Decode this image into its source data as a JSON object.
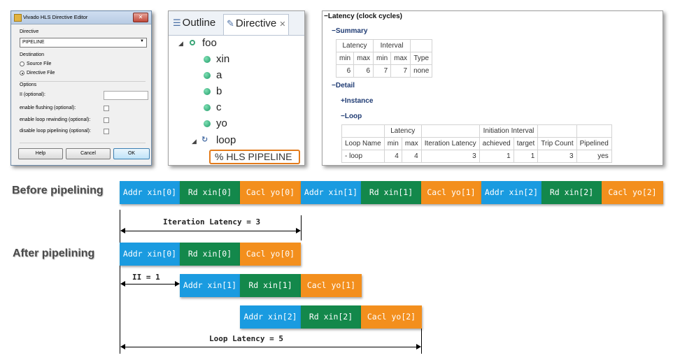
{
  "dialog": {
    "title": "Vivado HLS Directive Editor",
    "close_glyph": "✕",
    "directive_label": "Directive",
    "directive_value": "PIPELINE",
    "destination_label": "Destination",
    "source_file": "Source File",
    "directive_file": "Directive File",
    "options_label": "Options",
    "ii_label": "II (optional):",
    "enable_flushing": "enable flushing (optional):",
    "enable_rewinding": "enable loop rewinding (optional):",
    "disable_pipelining": "disable loop pipelining (optional):",
    "help": "Help",
    "cancel": "Cancel",
    "ok": "OK"
  },
  "outline": {
    "tab_outline": "Outline",
    "tab_directive": "Directive",
    "root": "foo",
    "items": [
      "xin",
      "a",
      "b",
      "c",
      "yo"
    ],
    "loop": "loop",
    "pragma": "% HLS PIPELINE"
  },
  "report": {
    "title": "Latency (clock cycles)",
    "summary": "Summary",
    "detail": "Detail",
    "instance": "Instance",
    "loop": "Loop",
    "summary_table": {
      "group_latency": "Latency",
      "group_interval": "Interval",
      "headers": [
        "min",
        "max",
        "min",
        "max",
        "Type"
      ],
      "row": [
        "6",
        "6",
        "7",
        "7",
        "none"
      ]
    },
    "loop_table": {
      "group_latency": "Latency",
      "group_ii": "Initiation Interval",
      "headers": [
        "Loop Name",
        "min",
        "max",
        "Iteration Latency",
        "achieved",
        "target",
        "Trip Count",
        "Pipelined"
      ],
      "row": [
        "- loop",
        "4",
        "4",
        "3",
        "1",
        "1",
        "3",
        "yes"
      ]
    }
  },
  "timeline": {
    "before_label": "Before pipelining",
    "after_label": "After pipelining",
    "before_blocks": [
      "Addr xin[0]",
      "Rd xin[0]",
      "Cacl yo[0]",
      "Addr xin[1]",
      "Rd xin[1]",
      "Cacl yo[1]",
      "Addr xin[2]",
      "Rd xin[2]",
      "Cacl yo[2]"
    ],
    "after_row0": [
      "Addr xin[0]",
      "Rd xin[0]",
      "Cacl yo[0]"
    ],
    "after_row1": [
      "Addr xin[1]",
      "Rd xin[1]",
      "Cacl yo[1]"
    ],
    "after_row2": [
      "Addr xin[2]",
      "Rd xin[2]",
      "Cacl yo[2]"
    ],
    "iteration_latency": "Iteration Latency = 3",
    "ii": "II = 1",
    "loop_latency": "Loop Latency = 5",
    "colors": {
      "addr": "#1a9be0",
      "rd": "#13884b",
      "cacl": "#f38f1d"
    }
  }
}
